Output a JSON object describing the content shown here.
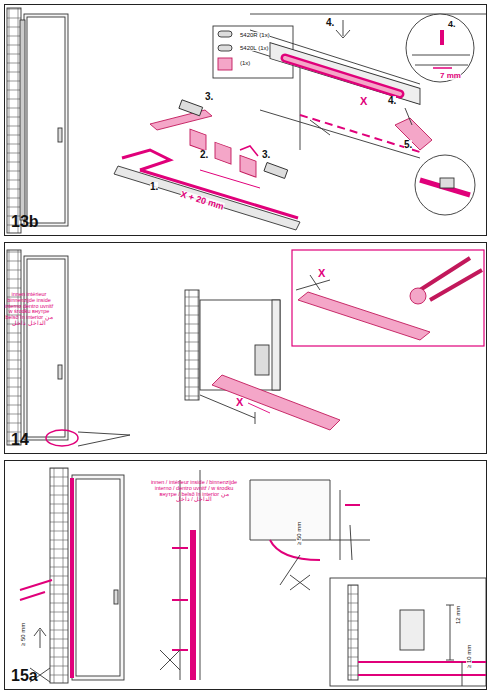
{
  "diagram": {
    "nodes": [
      {
        "text": [
          "13b"
        ]
      },
      {
        "text": [
          "14"
        ]
      },
      {
        "text": [
          "15a"
        ]
      }
    ],
    "labels": [
      "5420R (1x)",
      "5420L (1x)",
      "(1x)",
      "3.",
      "2.",
      "3.",
      "1.",
      "X + 20 mm",
      "4.",
      "X",
      "5.",
      "4.",
      "7 mm",
      "4.",
      "innen intérieur binnenzijde inside interno dentro uvnitř w środku внутре belső în interior من الداخل داخل",
      "X",
      "X",
      "innen / intérieur inside / binnenzijde interno / dentro uvnitř / w środku внутре / belső în interior من الداخل / داخل",
      "≥ 50 mm",
      "≥ 50 mm",
      "12 mm",
      "≥ 10 mm"
    ]
  }
}
